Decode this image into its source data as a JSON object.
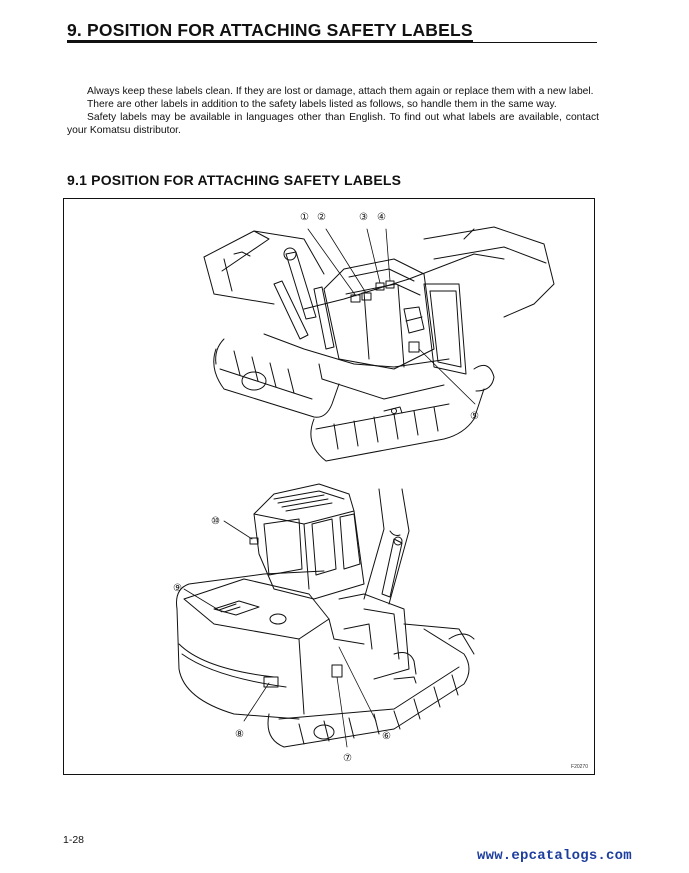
{
  "section": {
    "title": "9. POSITION FOR ATTACHING SAFETY LABELS",
    "paragraphs": [
      "Always keep these labels clean. If they are lost or damage, attach them again or replace them with a new label.",
      "There are other labels in addition to the safety labels listed as follows, so handle them in the same way.",
      "Safety labels may be available in languages other than English. To find out what labels are available, contact your Komatsu distributor."
    ]
  },
  "subsection": {
    "title": "9.1 POSITION FOR ATTACHING SAFETY LABELS"
  },
  "figure": {
    "callouts": [
      "①",
      "②",
      "③",
      "④",
      "⑤",
      "⑥",
      "⑦",
      "⑧",
      "⑨",
      "⑩"
    ],
    "code": "F20270"
  },
  "footer": {
    "page_number": "1-28",
    "watermark": "www.epcatalogs.com"
  }
}
